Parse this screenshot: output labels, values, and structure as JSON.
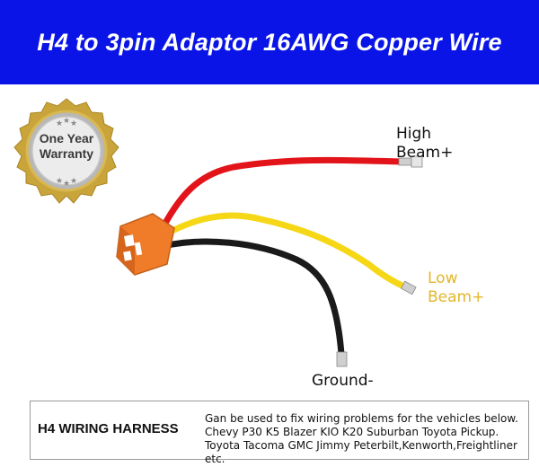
{
  "banner": {
    "title": "H4 to 3pin Adaptor 16AWG Copper Wire",
    "background": "#0a14e6"
  },
  "badge": {
    "line1": "One Year",
    "line2": "Warranty",
    "colors": {
      "gold": "#c9a43a",
      "silver": "#e9e9e9"
    }
  },
  "labels": {
    "high_line1": "High",
    "high_line2": "Beam+",
    "low_line1": "Low",
    "low_line2": "Beam+",
    "ground": "Ground-"
  },
  "wire_colors": {
    "high": "#e2141a",
    "low": "#f5d716",
    "ground": "#1a1a1a",
    "connector": "#f07c2a"
  },
  "info": {
    "title": "H4 WIRING HARNESS",
    "desc_line1": "Gan be used to fix wiring problems for the vehicles below.",
    "desc_line2": "Chevy P30 K5 Blazer KIO K20 Suburban Toyota Pickup.",
    "desc_line3": "Toyota Tacoma GMC Jimmy Peterbilt,Kenworth,Freightliner etc."
  }
}
